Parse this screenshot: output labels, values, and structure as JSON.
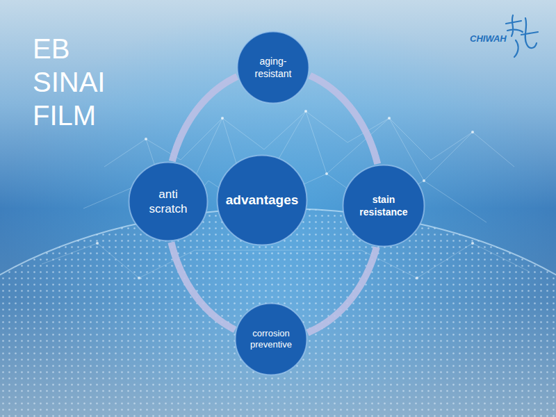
{
  "diagram": {
    "title": "EB SINAI FILM",
    "nodes": [
      {
        "text": [
          "aging-resistant"
        ]
      },
      {
        "text": [
          "anti scratch"
        ]
      },
      {
        "text": [
          "advantages"
        ]
      },
      {
        "text": [
          "stain resistance"
        ]
      },
      {
        "text": [
          "corrosion preventive"
        ]
      }
    ],
    "edges": [
      {
        "from": 0,
        "to": 3,
        "arrow": "none"
      },
      {
        "from": 3,
        "to": 4,
        "arrow": "none"
      },
      {
        "from": 4,
        "to": 1,
        "arrow": "none"
      },
      {
        "from": 1,
        "to": 0,
        "arrow": "none"
      }
    ],
    "labels": [
      "CHIWAH"
    ]
  }
}
